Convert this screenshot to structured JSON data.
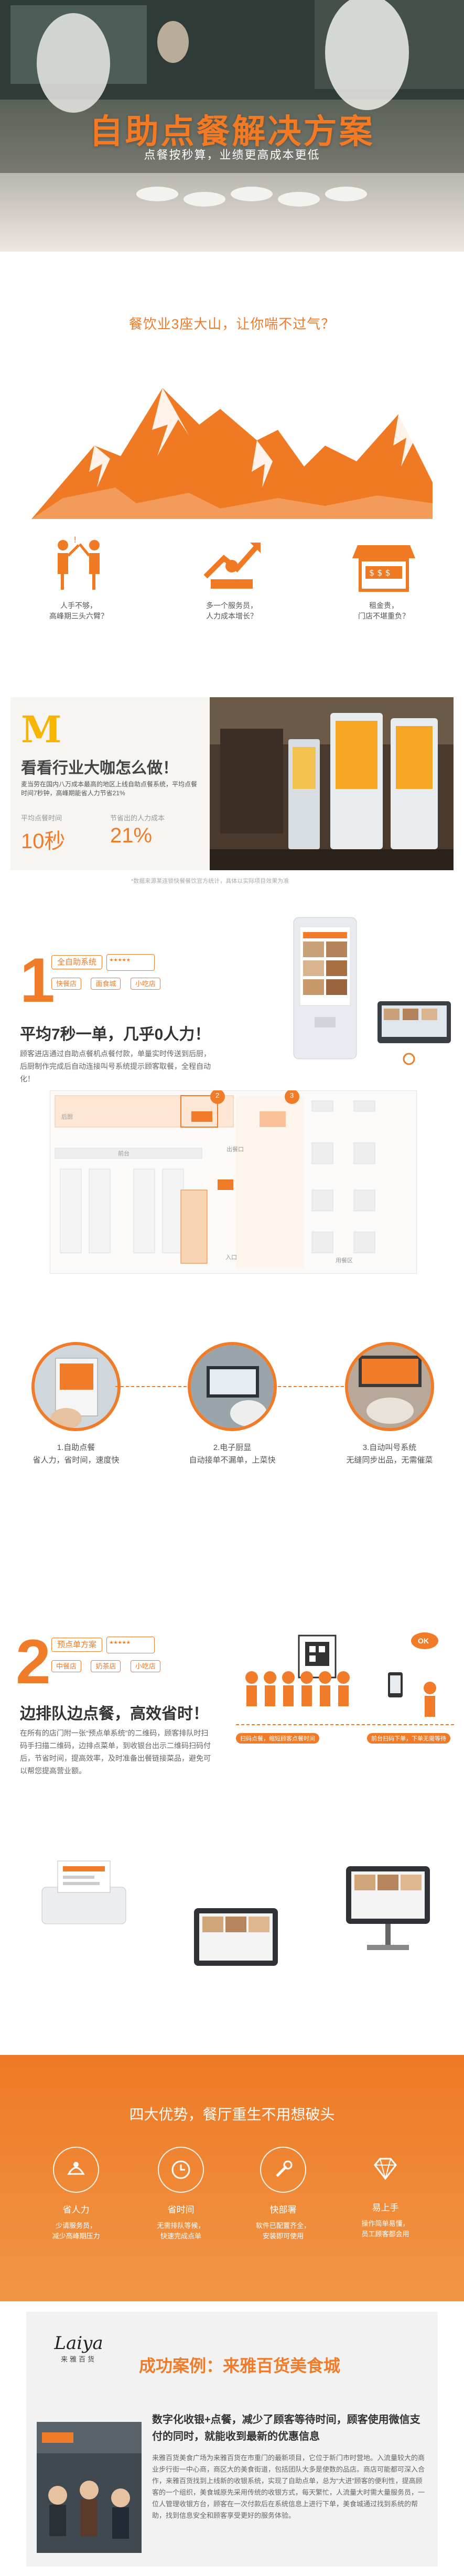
{
  "hero": {
    "title": "自助点餐解决方案",
    "subtitle": "点餐按秒算，业绩更高成本更低"
  },
  "mountains": {
    "question": "餐饮业3座大山，让你喘不过气？",
    "items": [
      {
        "icon": "people-arguing-icon",
        "line1": "人手不够，",
        "line2": "高峰期三头六臂？"
      },
      {
        "icon": "rising-chart-icon",
        "line1": "多一个服务员，",
        "line2": "人力成本增长？"
      },
      {
        "icon": "storefront-icon",
        "line1": "租金贵，",
        "line2": "门店不堪重负？"
      }
    ]
  },
  "mcd": {
    "logo": "M",
    "heading": "看看行业大咖怎么做！",
    "desc": "麦当劳在国内八万成本最高的地区上线自助点餐系统，平均点餐时间7秒钟，高峰期能省人力节省21%",
    "stat1_label": "平均点餐时间",
    "stat1_value": "10秒",
    "stat2_label": "节省出的人力成本",
    "stat2_value": "21%",
    "note": "*数据来源某连锁快餐餐饮官方统计，具体以实际项目效果为准"
  },
  "sys1": {
    "number": "1",
    "tag_main": "全自助系统",
    "tags": [
      "快餐店",
      "面食城",
      "小吃店"
    ],
    "headline": "平均7秒一单，几乎0人力！",
    "para": "顾客进店通过自助点餐机点餐付款，单量实时传送到后厨，后厨制作完成后自动连接叫号系统提示顾客取餐，全程自动化！",
    "plan_labels": {
      "kitchen": "后厨",
      "counter": "前台",
      "entrance": "入口",
      "dining": "用餐区",
      "order": "出餐口",
      "r2": "2",
      "r3": "3"
    },
    "steps": [
      {
        "title": "1.自助点餐",
        "desc": "省人力，省时间，速度快"
      },
      {
        "title": "2.电子厨显",
        "desc": "自动接单不漏单，上菜快"
      },
      {
        "title": "3.自动叫号系统",
        "desc": "无缝同步出品，无需催菜"
      }
    ]
  },
  "sys2": {
    "number": "2",
    "tag_main": "预点单方案",
    "tags": [
      "中餐店",
      "奶茶店",
      "小吃店"
    ],
    "headline": "边排队边点餐，高效省时！",
    "para": "在所有的店门附一张“预点单系统”的二维码，顾客排队时扫码手扫描二维码，边排点菜单，到收银台出示二维码扫码付后，节省时间，提高效率，及时准备出餐链接菜品，避免可以帮您提高营业额。",
    "flow_left": "扫码点餐，缩短顾客点餐时间",
    "flow_right": "前台扫码下单，下单无需等待",
    "ok_label": "OK"
  },
  "advantages": {
    "title": "四大优势，餐厅重生不用想破头",
    "items": [
      {
        "icon": "person-icon",
        "name": "省人力",
        "desc": "少请服务员，\n减少高峰期压力"
      },
      {
        "icon": "clock-icon",
        "name": "省时间",
        "desc": "无需排队等候，\n快速完成点单"
      },
      {
        "icon": "wrench-icon",
        "name": "快部署",
        "desc": "软件已配置齐全，\n安装即可使用"
      },
      {
        "icon": "diamond-icon",
        "name": "易上手",
        "desc": "操作简单易懂，\n员工顾客都会用"
      }
    ]
  },
  "case": {
    "logo_text": "Laiya",
    "logo_sub": "来雅百货",
    "title": "成功案例：来雅百货美食城",
    "headline": "数字化收银+点餐，减少了顾客等待时间，顾客使用微信支付的同时，就能收到最新的优惠信息",
    "para": "来雅百货美食广场为来雅百货在市重门的最新项目，它位于新门市时营地。入流量较大的商业步行街一中心商，商区大的美食街道，包括团队大多是使数的品店。商店可能都可深入合作，来雅百货找到上线新的收银系统，实现了自助点单，总为“大进”顾客的便利性，提高顾客的一个组织，美食城原先采用传统的收银方式，每天繁忙，人流量大时需大量服务员，一位人管理收银方台，顾客在一次付款后在系统信息上进行下单，美食城通过找到系统的帮助，找到信息安全和顾客享受更好的服务体验。"
  },
  "colors": {
    "accent": "#f07b28",
    "mountain": "#ef7a23"
  }
}
